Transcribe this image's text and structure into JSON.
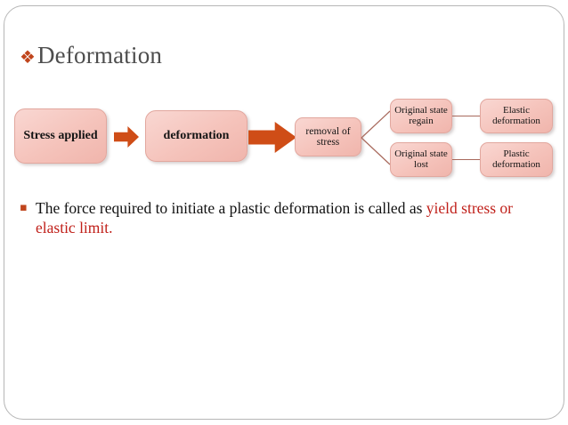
{
  "slide": {
    "title": {
      "bullet_glyph": "❖",
      "text": "Deformation",
      "bullet_color": "#C0451C",
      "text_color": "#4d4d4d"
    },
    "body": {
      "bullet_glyph": "▪",
      "bullet_color": "#C0451C",
      "text_plain": "The force required to initiate a plastic deformation is called as ",
      "text_highlight": "yield stress or elastic limit.",
      "highlight_color": "#C0201A"
    },
    "flowchart": {
      "box_fill": "#F5C3BB",
      "box_border": "#E2A79E",
      "arrow_color": "#CF4D17",
      "connector_color": "#A8695C",
      "boxes": [
        {
          "id": "stress",
          "label": "Stress applied"
        },
        {
          "id": "deformation",
          "label": "deformation"
        },
        {
          "id": "removal",
          "label": "removal of stress"
        },
        {
          "id": "regain",
          "label": "Original state regain"
        },
        {
          "id": "lost",
          "label": "Original state lost"
        },
        {
          "id": "elastic",
          "label": "Elastic deformation"
        },
        {
          "id": "plastic",
          "label": "Plastic deformation"
        }
      ],
      "arrows": [
        {
          "id": "arrow-small",
          "from": "stress",
          "to": "deformation"
        },
        {
          "id": "arrow-big",
          "from": "deformation",
          "to": "removal"
        }
      ],
      "connectors": [
        {
          "id": "removal-regain",
          "from": "removal",
          "to": "regain"
        },
        {
          "id": "removal-lost",
          "from": "removal",
          "to": "lost"
        },
        {
          "id": "regain-elastic",
          "from": "regain",
          "to": "elastic"
        },
        {
          "id": "lost-plastic",
          "from": "lost",
          "to": "plastic"
        }
      ]
    }
  }
}
